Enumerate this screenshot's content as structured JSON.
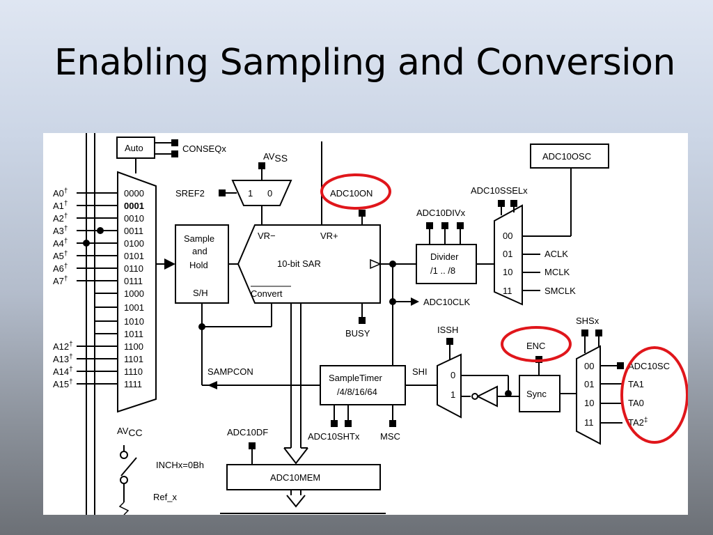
{
  "slide": {
    "title": "Enabling Sampling and Conversion"
  },
  "diagram": {
    "analog_inputs": [
      {
        "label": "A0",
        "dagger": "†",
        "code": "0000"
      },
      {
        "label": "A1",
        "dagger": "†",
        "code": "0001"
      },
      {
        "label": "A2",
        "dagger": "†",
        "code": "0010"
      },
      {
        "label": "A3",
        "dagger": "†",
        "code": "0011"
      },
      {
        "label": "A4",
        "dagger": "†",
        "code": "0100"
      },
      {
        "label": "A5",
        "dagger": "†",
        "code": "0101"
      },
      {
        "label": "A6",
        "dagger": "†",
        "code": "0110"
      },
      {
        "label": "A7",
        "dagger": "†",
        "code": "0111"
      },
      {
        "label": "",
        "dagger": "",
        "code": "1000"
      },
      {
        "label": "",
        "dagger": "",
        "code": "1001"
      },
      {
        "label": "",
        "dagger": "",
        "code": "1010"
      },
      {
        "label": "",
        "dagger": "",
        "code": "1011"
      },
      {
        "label": "A12",
        "dagger": "†",
        "code": "1100"
      },
      {
        "label": "A13",
        "dagger": "†",
        "code": "1101"
      },
      {
        "label": "A14",
        "dagger": "†",
        "code": "1110"
      },
      {
        "label": "A15",
        "dagger": "†",
        "code": "1111"
      }
    ],
    "labels": {
      "auto": "Auto",
      "conseq": "CONSEQx",
      "avss_main": "AV",
      "avss_sub": "SS",
      "sref2": "SREF2",
      "mux_one": "1",
      "mux_zero": "0",
      "adc10on": "ADC10ON",
      "adc10osc_box": "ADC10OSC",
      "adc10ssel": "ADC10SSELx",
      "adc10div": "ADC10DIVx",
      "sample_hold_1": "Sample",
      "sample_hold_2": "and",
      "sample_hold_3": "Hold",
      "s_h": "S/H",
      "vr_minus": "VR−",
      "vr_plus": "VR+",
      "sar": "10-bit SAR",
      "convert": "Convert",
      "divider_1": "Divider",
      "divider_2": "/1 .. /8",
      "clk_00": "00",
      "clk_01": "01",
      "clk_10": "10",
      "clk_11": "11",
      "aclk": "ACLK",
      "mclk": "MCLK",
      "smclk": "SMCLK",
      "adc10clk": "ADC10CLK",
      "busy": "BUSY",
      "issh": "ISSH",
      "enc": "ENC",
      "shs": "SHSx",
      "sampcon": "SAMPCON",
      "sample_timer_1": "SampleTimer",
      "sample_timer_2": "/4/8/16/64",
      "shi": "SHI",
      "issh_0": "0",
      "issh_1": "1",
      "sync": "Sync",
      "shs_00": "00",
      "shs_01": "01",
      "shs_10": "10",
      "shs_11": "11",
      "src_adc10sc": "ADC10SC",
      "src_ta1": "TA1",
      "src_ta0": "TA0",
      "src_ta2": "TA2",
      "src_ta2_mark": "‡",
      "avcc_main": "AV",
      "avcc_sub": "CC",
      "adc10df": "ADC10DF",
      "adc10sht": "ADC10SHTx",
      "msc": "MSC",
      "inch": "INCHx=0Bh",
      "adc10mem": "ADC10MEM",
      "ref_x": "Ref_x"
    },
    "highlight_color": "#e0161b"
  }
}
